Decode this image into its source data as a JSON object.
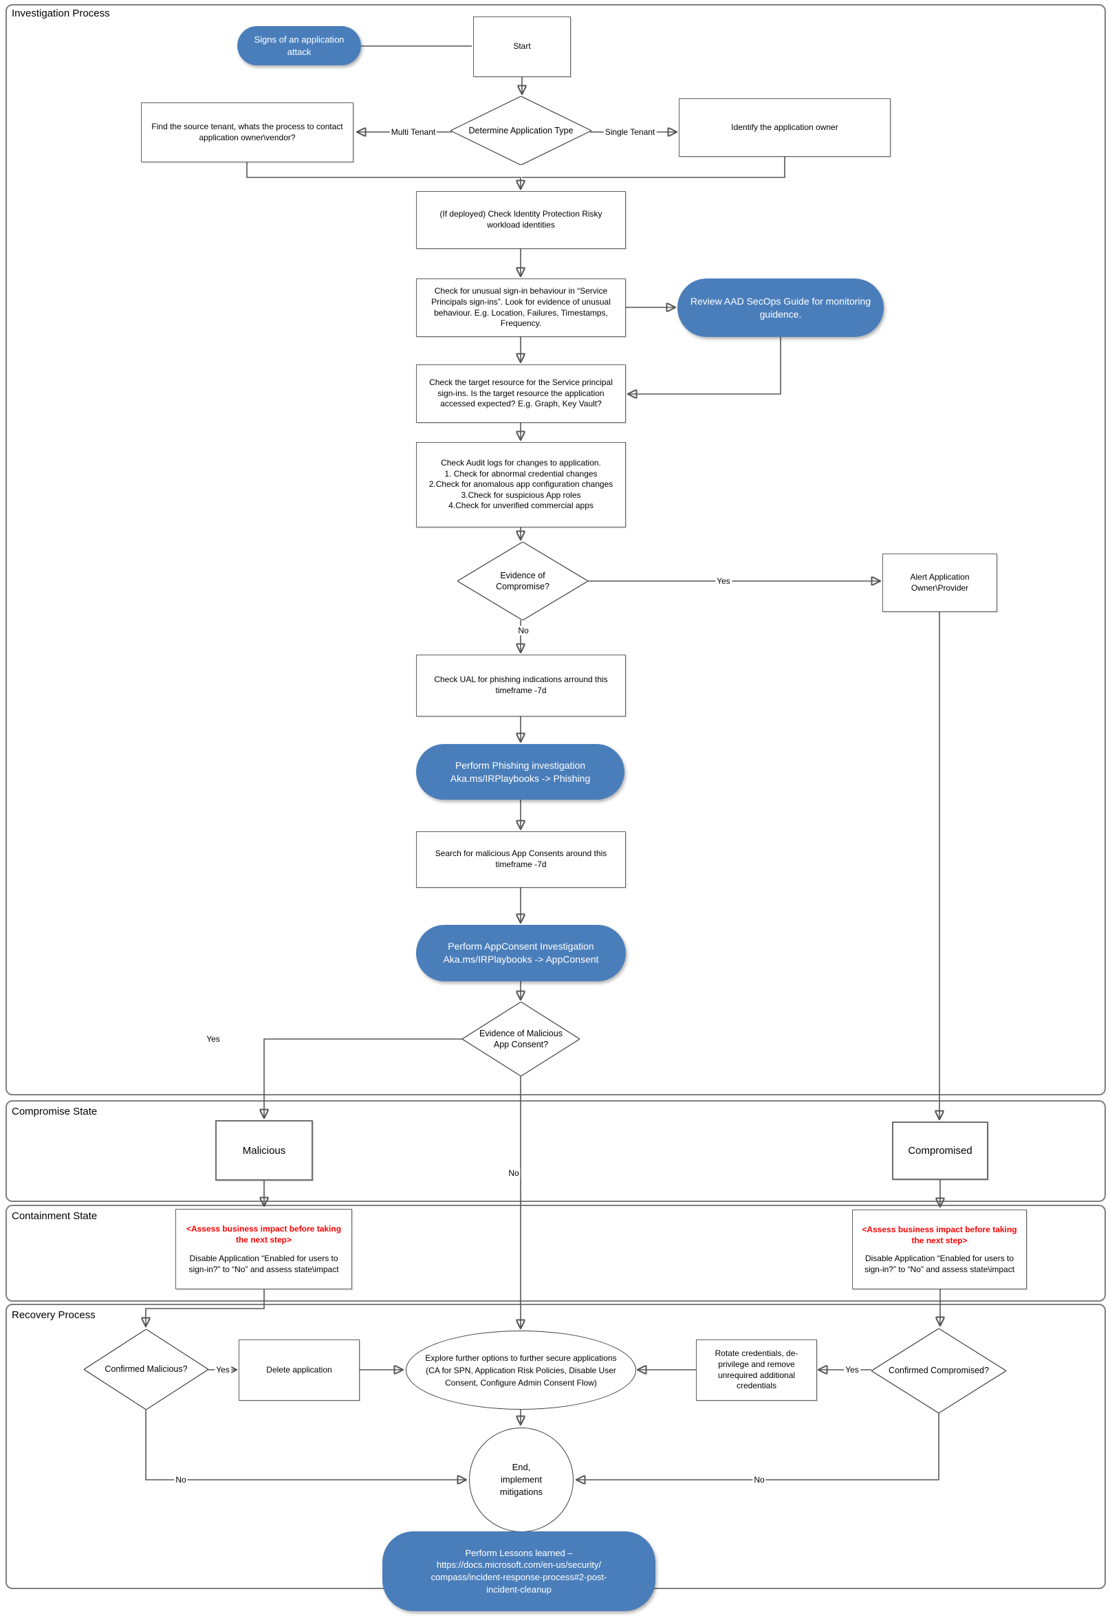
{
  "panels": {
    "investigation": {
      "label": "Investigation Process"
    },
    "compromise": {
      "label": "Compromise State"
    },
    "containment": {
      "label": "Containment State"
    },
    "recovery": {
      "label": "Recovery Process"
    }
  },
  "nodes": {
    "signs_attack": {
      "label": "Signs of an application attack"
    },
    "start": {
      "label": "Start"
    },
    "determine_app_type": {
      "label": "Determine Application Type"
    },
    "find_source_tenant": {
      "label": "Find the source tenant, whats the process to contact application owner\\vendor?"
    },
    "identify_owner": {
      "label": "Identify the application owner"
    },
    "check_identity_protection": {
      "label": "(If deployed) Check Identity Protection Risky workload identities"
    },
    "check_signin_behaviour": {
      "label": "Check for unusual sign-in behaviour in “Service Principals sign-ins”. Look for evidence of unusual behaviour. E.g. Location, Failures, Timestamps, Frequency."
    },
    "review_secops_guide": {
      "label": "Review AAD SecOps Guide for monitoring guidence."
    },
    "check_target_resource": {
      "label": "Check the target resource for the Service principal sign-ins. Is the target resource the application accessed expected? E.g. Graph, Key Vault?"
    },
    "check_audit_logs": {
      "label": "Check Audit logs for changes to application.\n1. Check for abnormal credential changes\n2.Check for anomalous app configuration changes\n3.Check for suspicious App roles\n4.Check for unverified commercial apps"
    },
    "evidence_compromise": {
      "label": "Evidence of Compromise?"
    },
    "alert_owner": {
      "label": "Alert Application Owner\\Provider"
    },
    "check_ual": {
      "label": "Check UAL for phishing indications arround this timeframe -7d"
    },
    "perform_phishing": {
      "label": "Perform Phishing investigation\nAka.ms/IRPlaybooks -> Phishing"
    },
    "search_app_consents": {
      "label": "Search for malicious App Consents around this timeframe -7d"
    },
    "perform_appconsent": {
      "label": "Perform AppConsent Investigation\nAka.ms/IRPlaybooks -> AppConsent"
    },
    "evidence_malicious_consent": {
      "label": "Evidence of Malicious App Consent?"
    },
    "malicious_state": {
      "label": "Malicious"
    },
    "compromised_state": {
      "label": "Compromised"
    },
    "confirmed_malicious": {
      "label": "Confirmed Malicious?"
    },
    "delete_application": {
      "label": "Delete application"
    },
    "explore_options": {
      "label": "Explore further options to further secure applications (CA for SPN, Application Risk Policies, Disable User Consent, Configure Admin Consent Flow)"
    },
    "rotate_credentials": {
      "label": "Rotate credentials, de-privilege and remove unrequired additional credentials"
    },
    "confirmed_compromised": {
      "label": "Confirmed Compromised?"
    },
    "end_node": {
      "label": "End,\nimplement\nmitigations"
    },
    "lessons_learned": {
      "label": "Perform Lessons learned –\nhttps://docs.microsoft.com/en-us/security/\ncompass/incident-response-process#2-post-\nincident-cleanup"
    }
  },
  "containment_note": {
    "warning": "<Assess business impact before taking the next step>",
    "body": "Disable Application “Enabled for users to sign-in?” to “No” and assess state\\impact"
  },
  "edge_labels": {
    "multi_tenant": "Multi Tenant",
    "single_tenant": "Single Tenant",
    "yes": "Yes",
    "no": "No"
  },
  "colors": {
    "accent_blue": "#4a7ebb",
    "warning_red": "#ff0000",
    "panel_border_gray": "#7f7f7f"
  }
}
